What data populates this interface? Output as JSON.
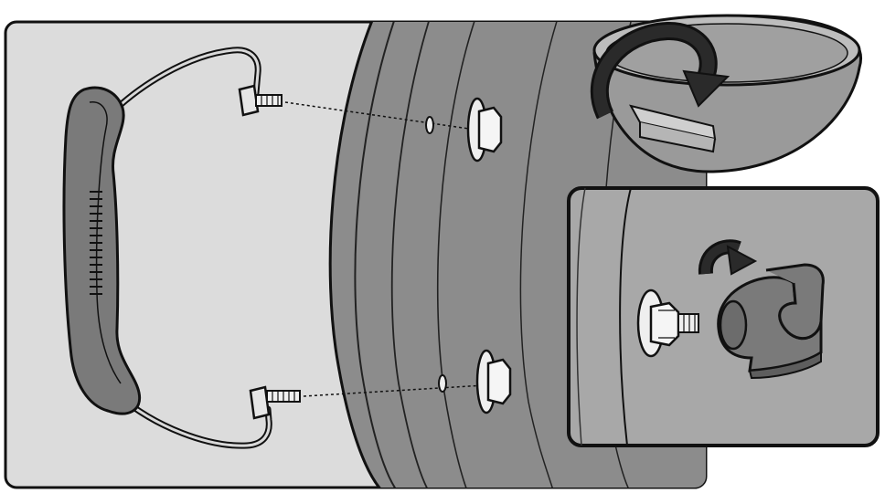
{
  "figure": {
    "kind": "assembly illustration",
    "text_labels": []
  },
  "parts": {
    "handle": "handle-with-wire-bail",
    "fasteners": [
      "thumb-screw-upper",
      "thumb-screw-lower"
    ],
    "bowl_fittings": [
      "nut-fitting-upper",
      "nut-fitting-lower"
    ],
    "bowl_holes": [
      "hole-upper",
      "hole-lower"
    ]
  },
  "icons": {
    "rotate": "curved-arrow-icon",
    "tighten": "curved-arrow-icon"
  },
  "colors": {
    "panel_background": "#dcdcdc",
    "bowl_gray": "#8c8c8c",
    "handle_gray": "#7a7a7a",
    "outline": "#111111",
    "arrow": "#1a1a1a",
    "inset_background": "#a8a8a8"
  }
}
